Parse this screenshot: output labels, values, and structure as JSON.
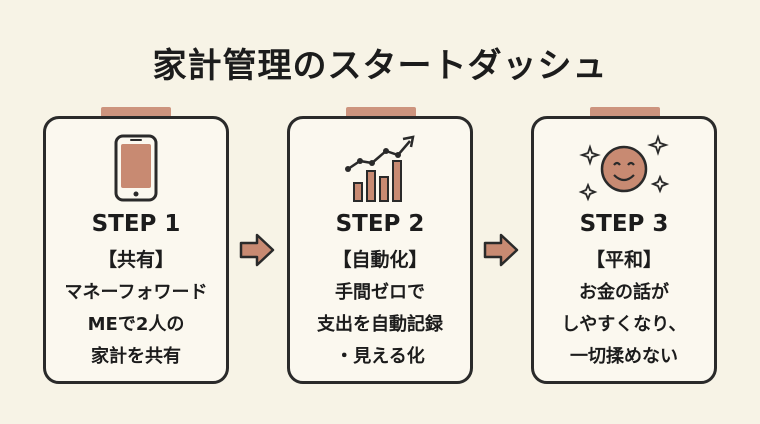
{
  "title": "家計管理のスタートダッシュ",
  "accent_color": "#c88a72",
  "steps": [
    {
      "step": "STEP 1",
      "tag": "【共有】",
      "lines": [
        "マネーフォワード",
        "MEで2人の",
        "家計を共有"
      ],
      "icon": "smartphone-icon"
    },
    {
      "step": "STEP 2",
      "tag": "【自動化】",
      "lines": [
        "手間ゼロで",
        "支出を自動記録",
        "・見える化"
      ],
      "icon": "growth-chart-icon"
    },
    {
      "step": "STEP 3",
      "tag": "【平和】",
      "lines": [
        "お金の話が",
        "しやすくなり、",
        "一切揉めない"
      ],
      "icon": "smiley-sparkle-icon"
    }
  ]
}
